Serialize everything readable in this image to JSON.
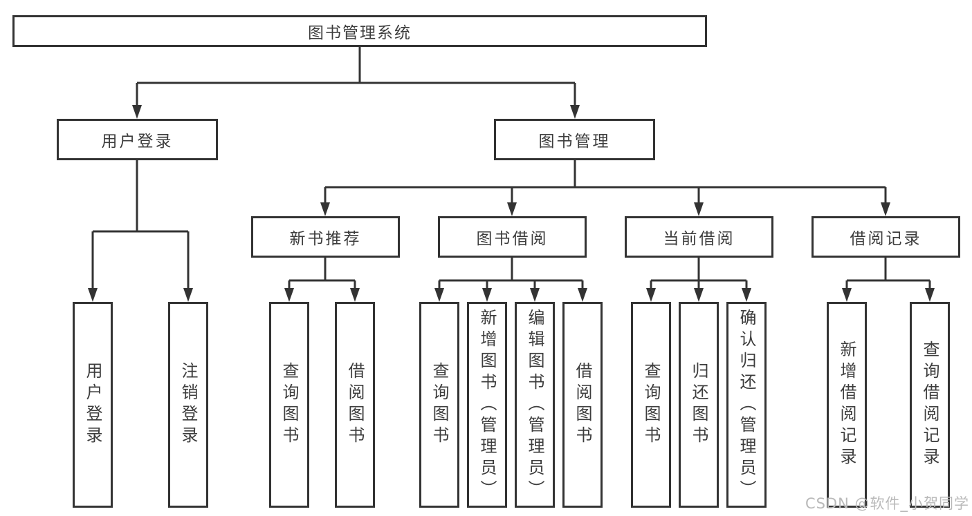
{
  "tree": {
    "root": {
      "label": "图书管理系统"
    },
    "children": [
      {
        "label": "用户登录",
        "children": [
          {
            "label": "用户登录"
          },
          {
            "label": "注销登录"
          }
        ]
      },
      {
        "label": "图书管理",
        "children": [
          {
            "label": "新书推荐",
            "children": [
              {
                "label": "查询图书"
              },
              {
                "label": "借阅图书"
              }
            ]
          },
          {
            "label": "图书借阅",
            "children": [
              {
                "label": "查询图书"
              },
              {
                "label": "新增图书（管理员）"
              },
              {
                "label": "编辑图书（管理员）"
              },
              {
                "label": "借阅图书"
              }
            ]
          },
          {
            "label": "当前借阅",
            "children": [
              {
                "label": "查询图书"
              },
              {
                "label": "归还图书"
              },
              {
                "label": "确认归还（管理员）"
              }
            ]
          },
          {
            "label": "借阅记录",
            "children": [
              {
                "label": "新增借阅记录"
              },
              {
                "label": "查询借阅记录"
              }
            ]
          }
        ]
      }
    ]
  },
  "watermark": {
    "text": "CSDN @软件_小贺同学"
  },
  "colors": {
    "line": "#333333",
    "text": "#3d3d3d",
    "watermark": "#b9b9b9"
  }
}
